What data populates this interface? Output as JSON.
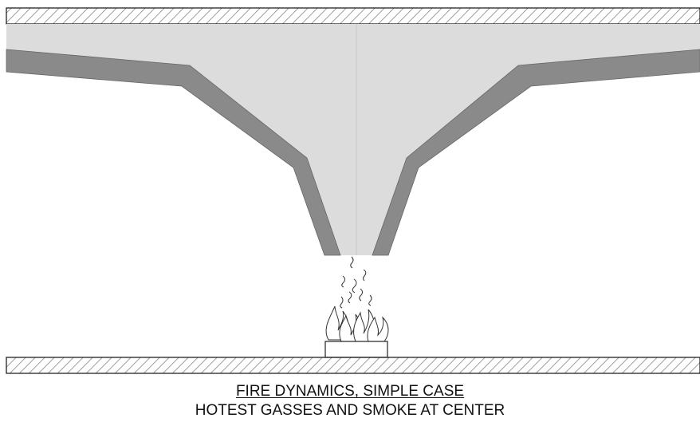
{
  "caption": {
    "title": "FIRE DYNAMICS, SIMPLE CASE",
    "subtitle": "HOTEST GASSES AND SMOKE AT CENTER"
  },
  "colors": {
    "smoke_fill": "#dcdcdc",
    "plume_edge": "#8a8a8a",
    "hatch_line": "#333333",
    "outline": "#222222",
    "background": "#ffffff"
  },
  "elements": {
    "ceiling": "hatched-ceiling",
    "floor": "hatched-floor",
    "fire_source": "fire-source-base",
    "flames": "flame-icon",
    "rising_gases": "rising-gas-wisps"
  }
}
